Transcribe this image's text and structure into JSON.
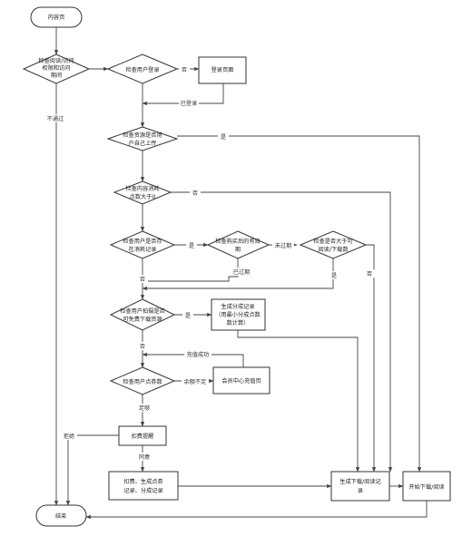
{
  "diagram": {
    "nodes": {
      "start": "内容页",
      "check_permission": [
        "检查阅读/访问",
        "权限和访问",
        "期间"
      ],
      "check_login": "检查用户登录",
      "login_page": "登录页面",
      "check_uploaded": [
        "检查资源是否用",
        "户自己上传"
      ],
      "check_points": [
        "检查内容消耗",
        "点数大于0"
      ],
      "check_record": [
        "检查用户是否存",
        "在消耗记录"
      ],
      "check_expire": [
        "检查购买后的有效",
        "期"
      ],
      "check_limit": [
        "检查是否大于可",
        "阅读/下载数"
      ],
      "check_free": [
        "检查用户拍摄是否",
        "可免费下载资源"
      ],
      "gen_share_record": [
        "生成分成记录",
        "（用最小分成点数",
        "数计算）"
      ],
      "check_balance": "检查用户点券数",
      "recharge": "会员中心充值页",
      "deduct_reminder": "扣费提醒",
      "deduct_record": [
        "扣费、生成点券",
        "记录、分成记录"
      ],
      "gen_download_record": [
        "生成下载/阅读记",
        "录"
      ],
      "start_download": "开始下载/阅读",
      "end": "结束"
    },
    "labels": {
      "fail": "不通过",
      "no": "否",
      "logged_in": "已登录",
      "yes": "是",
      "expired": "已过期",
      "not_expired": "未过期",
      "insufficient": "余额不足",
      "recharge_success": "充值成功",
      "sufficient": "足够",
      "agree": "同意",
      "reject": "拒绝"
    }
  }
}
